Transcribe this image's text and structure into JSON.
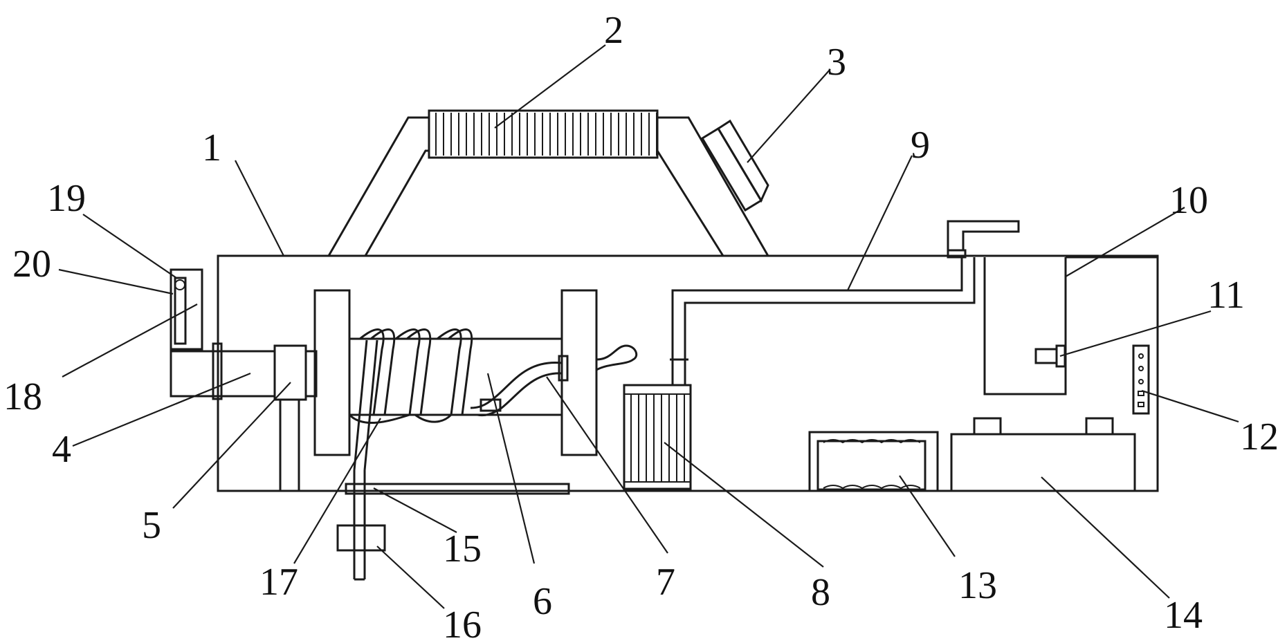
{
  "diagram": {
    "callouts": [
      {
        "id": "1",
        "text": "1"
      },
      {
        "id": "2",
        "text": "2"
      },
      {
        "id": "3",
        "text": "3"
      },
      {
        "id": "4",
        "text": "4"
      },
      {
        "id": "5",
        "text": "5"
      },
      {
        "id": "6",
        "text": "6"
      },
      {
        "id": "7",
        "text": "7"
      },
      {
        "id": "8",
        "text": "8"
      },
      {
        "id": "9",
        "text": "9"
      },
      {
        "id": "10",
        "text": "10"
      },
      {
        "id": "11",
        "text": "11"
      },
      {
        "id": "12",
        "text": "12"
      },
      {
        "id": "13",
        "text": "13"
      },
      {
        "id": "14",
        "text": "14"
      },
      {
        "id": "15",
        "text": "15"
      },
      {
        "id": "16",
        "text": "16"
      },
      {
        "id": "17",
        "text": "17"
      },
      {
        "id": "18",
        "text": "18"
      },
      {
        "id": "19",
        "text": "19"
      },
      {
        "id": "20",
        "text": "20"
      }
    ]
  },
  "colors": {
    "line": "#1a1a1a",
    "background": "#ffffff"
  }
}
